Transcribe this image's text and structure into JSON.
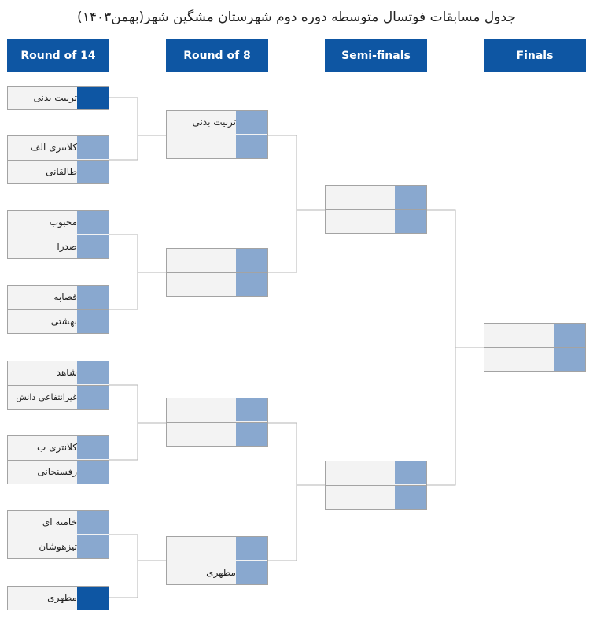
{
  "title": "جدول مسابقات فوتسال متوسطه دوره دوم شهرستان مشگین شهر(بهمن۱۴۰۳)",
  "headers": {
    "round14": "Round of 14",
    "round8": "Round of 8",
    "semi": "Semi-finals",
    "final": "Finals"
  },
  "round14": [
    "تربیت بدنی",
    "کلانتری الف",
    "طالقانی",
    "محبوب",
    "صدرا",
    "قصابه",
    "بهشتی",
    "شاهد",
    "غیرانتفاعی دانش",
    "کلانتری ب",
    "رفسنجانی",
    "خامنه ای",
    "تیزهوشان",
    "مطهری"
  ],
  "round8": [
    "تربیت بدنی",
    "",
    "",
    "",
    "",
    "",
    "",
    "مطهری"
  ],
  "semi": [
    "",
    "",
    "",
    ""
  ],
  "final": [
    "",
    ""
  ],
  "colors": {
    "header": "#0e56a3",
    "score": "#89a8cf",
    "slot": "#f3f3f3"
  }
}
